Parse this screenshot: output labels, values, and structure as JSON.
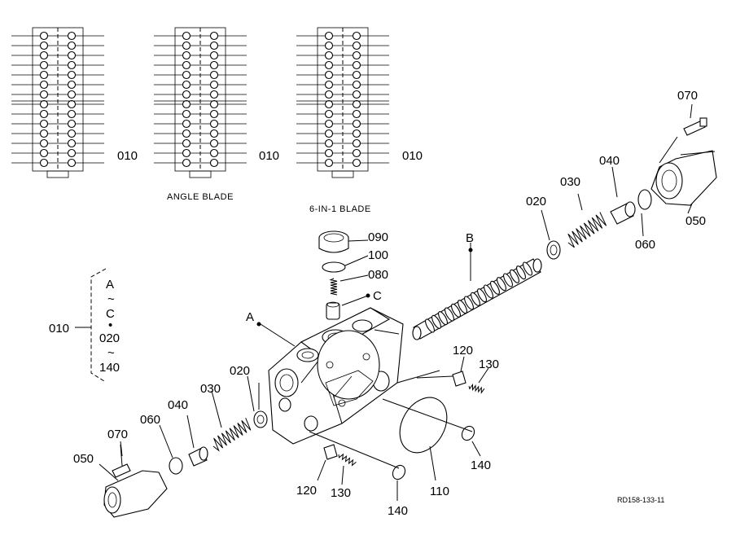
{
  "assemblies": [
    {
      "ref": "010",
      "caption": ""
    },
    {
      "ref": "010",
      "caption": "ANGLE BLADE"
    },
    {
      "ref": "010",
      "caption": "6-IN-1 BLADE"
    }
  ],
  "callouts": {
    "p010": "010",
    "p020_right": "020",
    "p030_right": "030",
    "p040_right": "040",
    "p050_right": "050",
    "p060_right": "060",
    "p070_right": "070",
    "p090": "090",
    "p100": "100",
    "p080": "080",
    "p020_left": "020",
    "p030_left": "030",
    "p040_left": "040",
    "p060_left": "060",
    "p070_left": "070",
    "p050_left": "050",
    "p120_right": "120",
    "p130_right": "130",
    "p120_bottom": "120",
    "p130_bottom": "130",
    "p110": "110",
    "p140_right": "140",
    "p140_bottom": "140"
  },
  "markers": {
    "A": "A",
    "B": "B",
    "C": "C"
  },
  "range_note": {
    "ref": "010",
    "from": "A",
    "tilde1": "~",
    "to": "C",
    "dot": "•",
    "from2": "020",
    "tilde2": "~",
    "to2": "140"
  },
  "drawing_id": "RD158-133-11"
}
